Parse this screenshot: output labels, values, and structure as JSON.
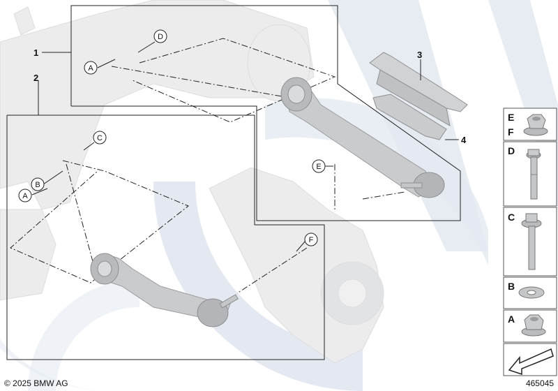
{
  "copyright": "© 2025 BMW AG",
  "diagram_number": "465045",
  "callouts": {
    "n1": "1",
    "n2": "2",
    "n3": "3",
    "n4": "4",
    "A": "A",
    "B": "B",
    "C": "C",
    "D": "D",
    "E": "E",
    "F": "F"
  },
  "parts_panel": {
    "ef_top": "E",
    "ef_bottom": "F",
    "d": "D",
    "c": "C",
    "b": "B",
    "a": "A"
  },
  "colors": {
    "watermark": "#e3e8f0",
    "part_gray": "#c8cacc",
    "ghost_gray": "#e9eaeb",
    "line": "#222222"
  }
}
